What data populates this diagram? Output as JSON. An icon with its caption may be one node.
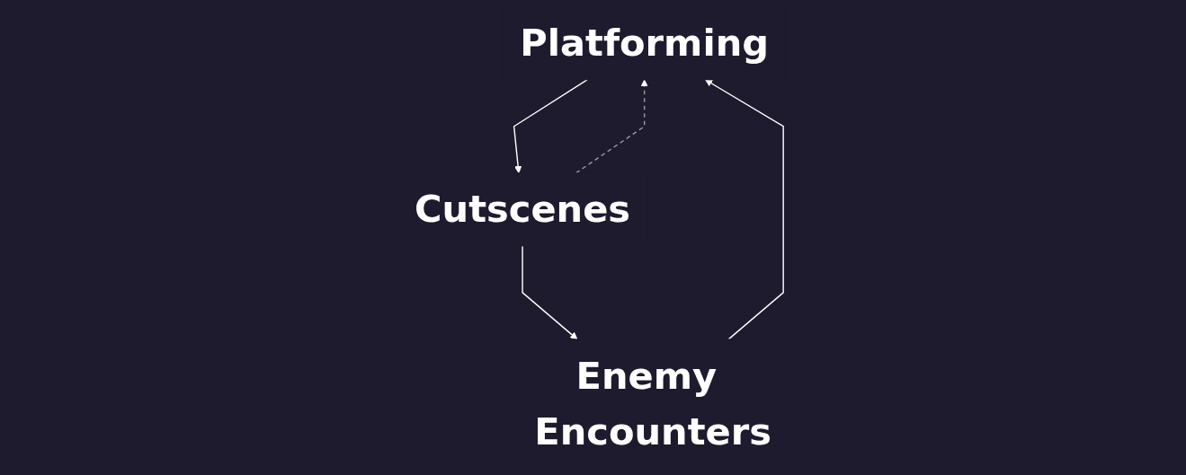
{
  "diagram": {
    "nodes": [
      {
        "text": [
          "Platforming"
        ]
      },
      {
        "text": [
          "Enemy Encounters"
        ]
      },
      {
        "text": [
          "Cutscenes"
        ]
      }
    ],
    "edges": [
      {
        "from": 1,
        "to": 0,
        "arrow": "to"
      },
      {
        "from": 0,
        "to": 2,
        "arrow": "to"
      },
      {
        "from": 2,
        "to": 0,
        "arrow": "to",
        "style": "dashed",
        "color": "#9a9a9a"
      },
      {
        "from": 2,
        "to": 1,
        "arrow": "to"
      }
    ]
  }
}
